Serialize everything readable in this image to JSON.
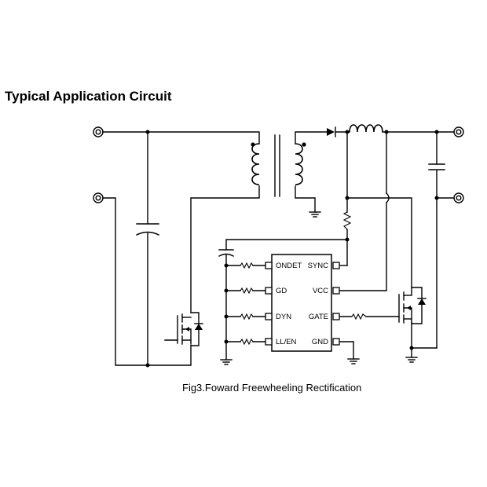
{
  "title": "Typical Application Circuit",
  "caption": "Fig3.Foward Freewheeling Rectification",
  "ic": {
    "pins_left": [
      "ONDET",
      "GD",
      "DYN",
      "LL/EN"
    ],
    "pins_right": [
      "SYNC",
      "VCC",
      "GATE",
      "GND"
    ]
  }
}
